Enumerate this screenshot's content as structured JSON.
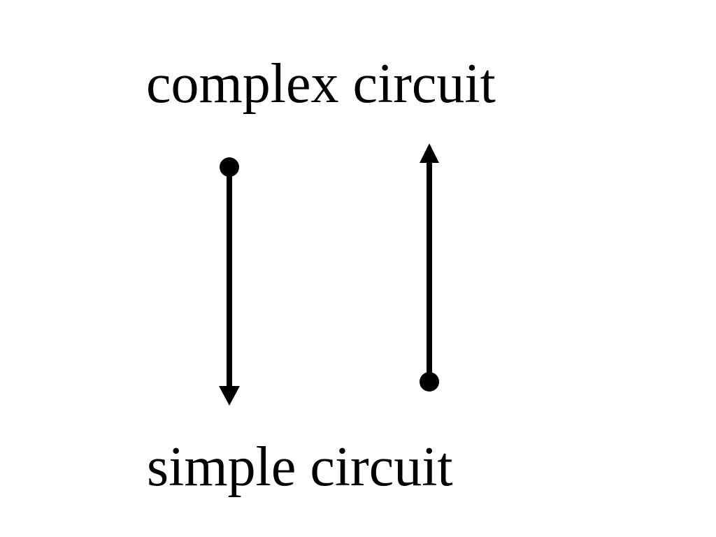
{
  "diagram": {
    "top_label": "complex circuit",
    "bottom_label": "simple circuit",
    "arrows": [
      {
        "name": "downward-arrow",
        "from": "complex circuit",
        "to": "simple circuit"
      },
      {
        "name": "upward-arrow",
        "from": "simple circuit",
        "to": "complex circuit"
      }
    ],
    "colors": {
      "ink": "#000000",
      "background": "#ffffff"
    }
  }
}
